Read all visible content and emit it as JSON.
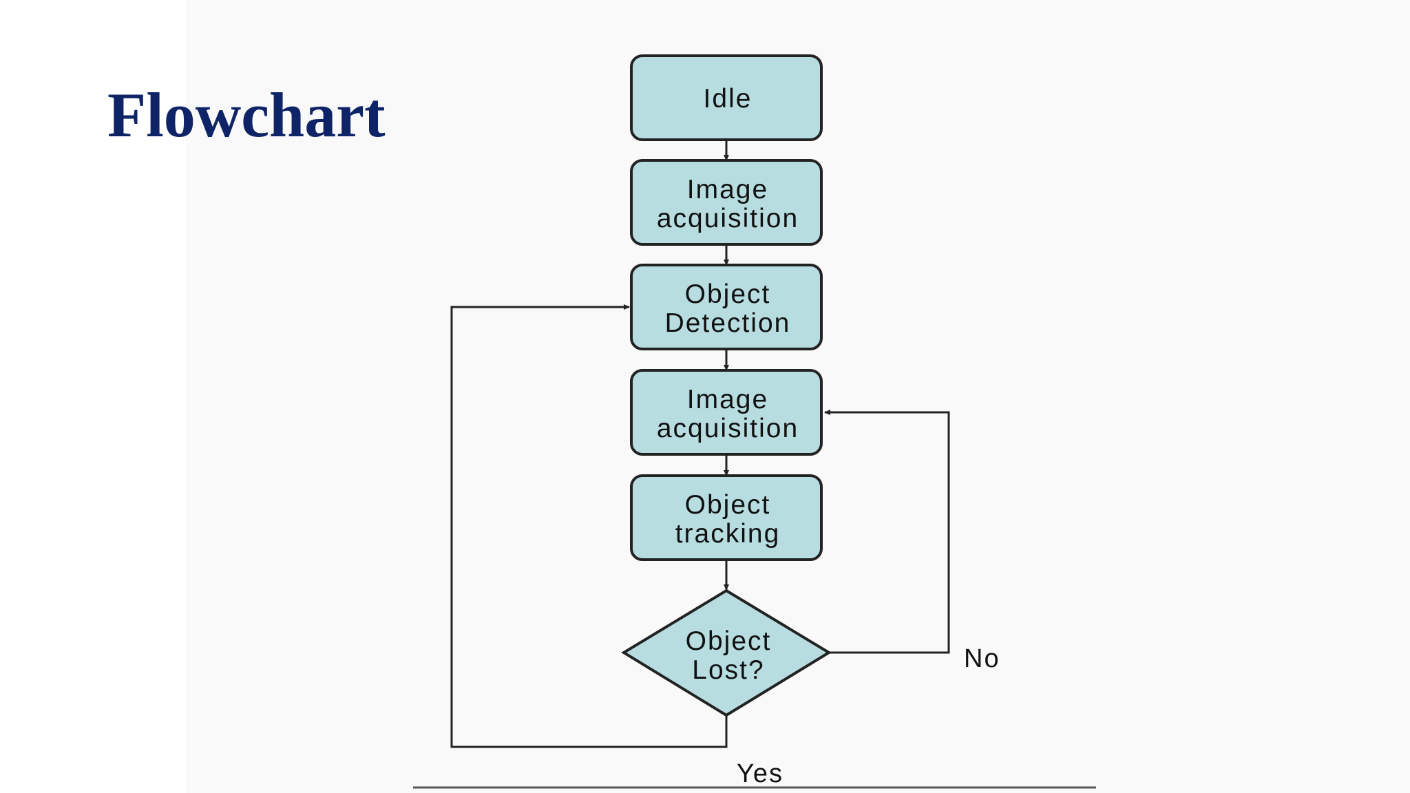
{
  "slide": {
    "title": "Flowchart"
  },
  "colors": {
    "title": "#0f2466",
    "node_fill": "#b7dde1",
    "node_stroke": "#222222",
    "line": "#222222",
    "figure_background": "#f9f9f9"
  },
  "flowchart": {
    "nodes": [
      {
        "id": "idle",
        "shape": "rounded-rect",
        "lines": [
          "Idle"
        ]
      },
      {
        "id": "image-acquisition-1",
        "shape": "rounded-rect",
        "lines": [
          "Image",
          "acquisition"
        ]
      },
      {
        "id": "object-detection",
        "shape": "rounded-rect",
        "lines": [
          "Object",
          "Detection"
        ]
      },
      {
        "id": "image-acquisition-2",
        "shape": "rounded-rect",
        "lines": [
          "Image",
          "acquisition"
        ]
      },
      {
        "id": "object-tracking",
        "shape": "rounded-rect",
        "lines": [
          "Object",
          "tracking"
        ]
      },
      {
        "id": "object-lost",
        "shape": "diamond",
        "lines": [
          "Object",
          "Lost?"
        ]
      }
    ],
    "edges": [
      {
        "from": "idle",
        "to": "image-acquisition-1",
        "label": ""
      },
      {
        "from": "image-acquisition-1",
        "to": "object-detection",
        "label": ""
      },
      {
        "from": "object-detection",
        "to": "image-acquisition-2",
        "label": ""
      },
      {
        "from": "image-acquisition-2",
        "to": "object-tracking",
        "label": ""
      },
      {
        "from": "object-tracking",
        "to": "object-lost",
        "label": ""
      },
      {
        "from": "object-lost",
        "to": "image-acquisition-2",
        "label": "No"
      },
      {
        "from": "object-lost",
        "to": "object-detection",
        "label": "Yes"
      }
    ]
  }
}
